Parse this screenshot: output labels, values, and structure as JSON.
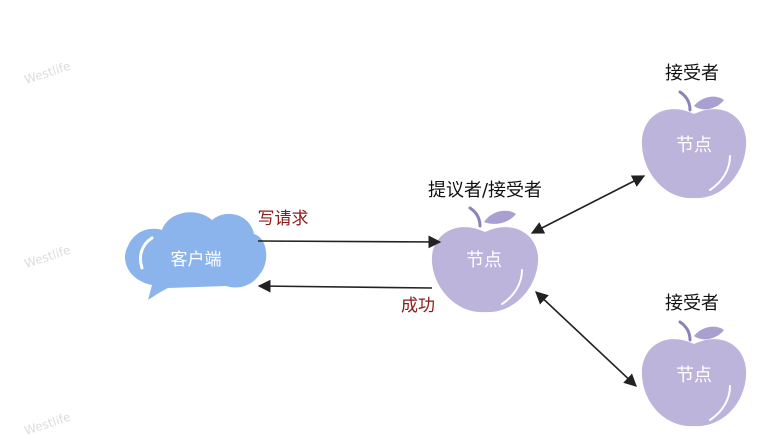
{
  "watermark": "Westlife",
  "client": {
    "label": "客户端",
    "color": "#8cb4ec"
  },
  "proposer": {
    "role_label": "提议者/接受者",
    "node_label": "节点"
  },
  "acceptor_top": {
    "role_label": "接受者",
    "node_label": "节点"
  },
  "acceptor_bottom": {
    "role_label": "接受者",
    "node_label": "节点"
  },
  "edges": {
    "write_request": "写请求",
    "success": "成功"
  },
  "colors": {
    "apple_fill": "#bcb4da",
    "apple_stem": "#8d82b8",
    "edge_label": "#8b1a1a",
    "arrow": "#222222",
    "node_text": "#ffffff"
  }
}
